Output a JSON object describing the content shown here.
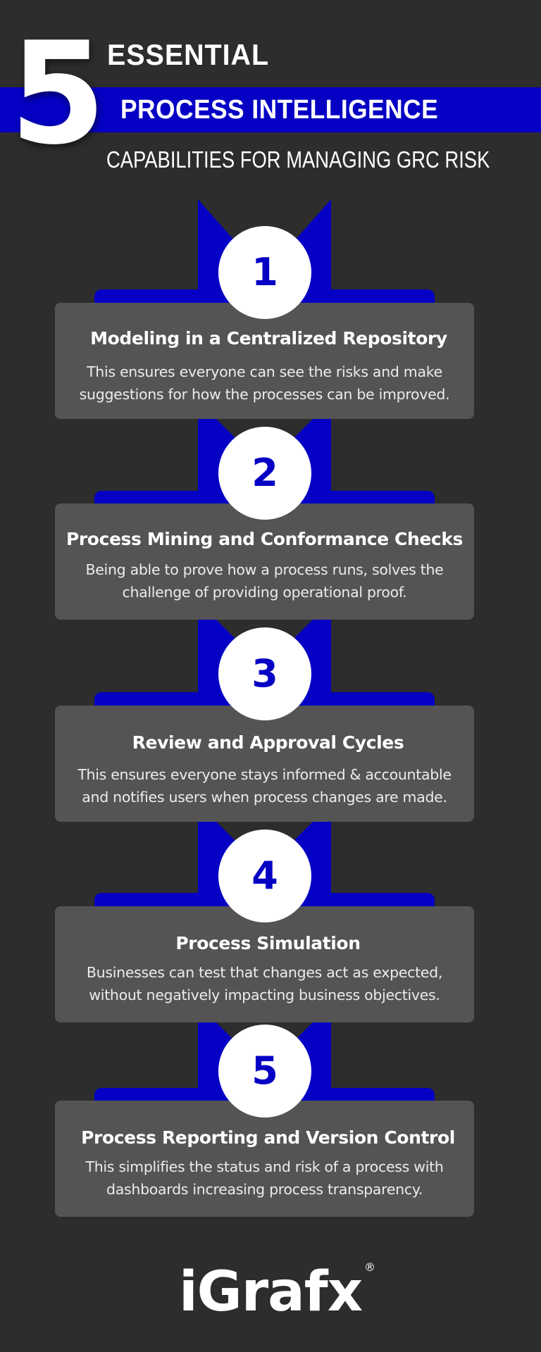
{
  "header": {
    "number": "5",
    "line1": "ESSENTIAL",
    "line2": "PROCESS INTELLIGENCE",
    "line3": "CAPABILITIES FOR MANAGING GRC RISK"
  },
  "colors": {
    "background": "#2d2d2d",
    "accent_blue": "#0500c4",
    "card": "#545454",
    "text": "#ffffff"
  },
  "steps": [
    {
      "number": "1",
      "title": "Modeling in a Centralized Repository",
      "description": "This ensures everyone can see the risks and make suggestions for how the processes can be improved."
    },
    {
      "number": "2",
      "title": "Process Mining and Conformance Checks",
      "description": "Being able to prove how a process runs, solves the challenge of providing operational proof."
    },
    {
      "number": "3",
      "title": "Review and Approval Cycles",
      "description": "This ensures everyone stays informed & accountable and notifies users when process changes are made."
    },
    {
      "number": "4",
      "title": "Process Simulation",
      "description": "Businesses can test that changes act as expected, without negatively impacting business objectives."
    },
    {
      "number": "5",
      "title": "Process Reporting and Version Control",
      "description": "This simplifies the status and risk of a process with dashboards increasing process transparency."
    }
  ],
  "footer": {
    "logo_text": "iGrafx",
    "registered_mark": "®"
  }
}
